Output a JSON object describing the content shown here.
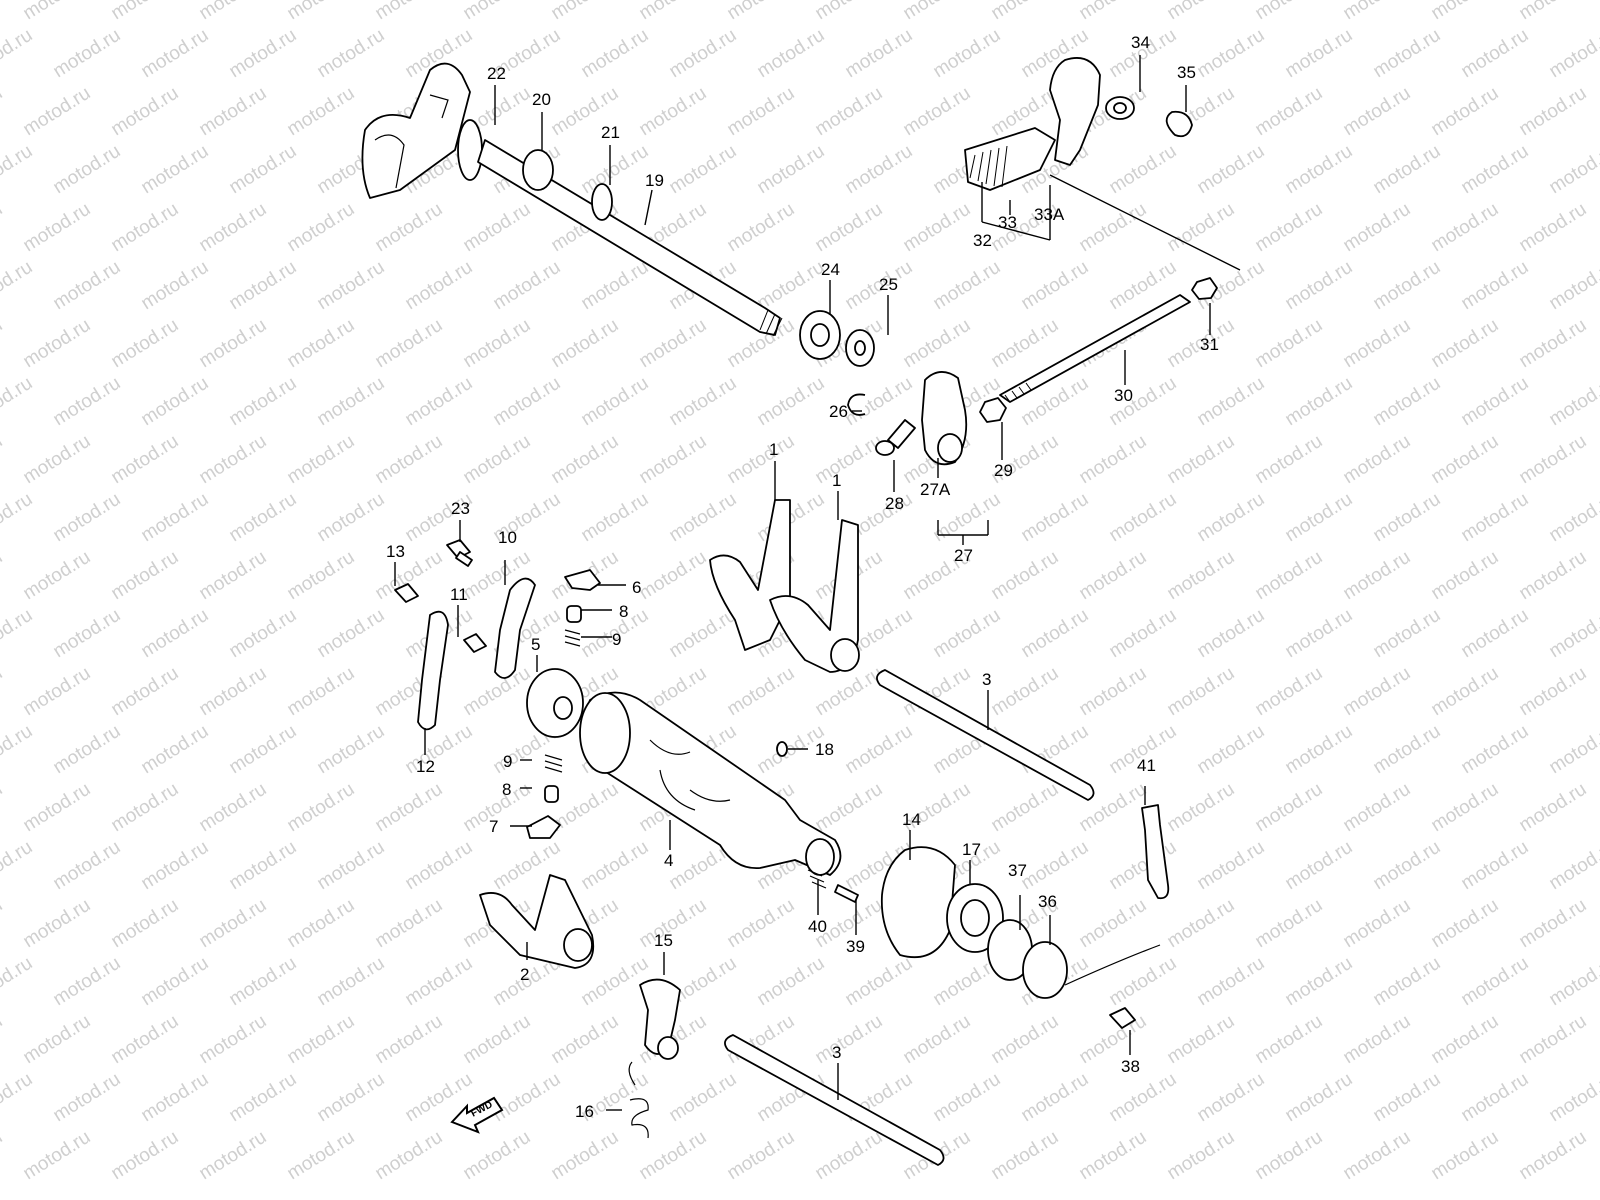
{
  "watermark": {
    "text": "motod.ru",
    "color": "#cfcfcf"
  },
  "direction_arrow": {
    "label": "FWD"
  },
  "callouts": [
    {
      "id": "c1a",
      "text": "1"
    },
    {
      "id": "c1b",
      "text": "1"
    },
    {
      "id": "c2",
      "text": "2"
    },
    {
      "id": "c3a",
      "text": "3"
    },
    {
      "id": "c3b",
      "text": "3"
    },
    {
      "id": "c4",
      "text": "4"
    },
    {
      "id": "c5",
      "text": "5"
    },
    {
      "id": "c6",
      "text": "6"
    },
    {
      "id": "c7",
      "text": "7"
    },
    {
      "id": "c8a",
      "text": "8"
    },
    {
      "id": "c8b",
      "text": "8"
    },
    {
      "id": "c9a",
      "text": "9"
    },
    {
      "id": "c9b",
      "text": "9"
    },
    {
      "id": "c10",
      "text": "10"
    },
    {
      "id": "c11",
      "text": "11"
    },
    {
      "id": "c12",
      "text": "12"
    },
    {
      "id": "c13",
      "text": "13"
    },
    {
      "id": "c14",
      "text": "14"
    },
    {
      "id": "c15",
      "text": "15"
    },
    {
      "id": "c16",
      "text": "16"
    },
    {
      "id": "c17",
      "text": "17"
    },
    {
      "id": "c18",
      "text": "18"
    },
    {
      "id": "c19",
      "text": "19"
    },
    {
      "id": "c20",
      "text": "20"
    },
    {
      "id": "c21",
      "text": "21"
    },
    {
      "id": "c22",
      "text": "22"
    },
    {
      "id": "c23",
      "text": "23"
    },
    {
      "id": "c24",
      "text": "24"
    },
    {
      "id": "c25",
      "text": "25"
    },
    {
      "id": "c26",
      "text": "26"
    },
    {
      "id": "c27",
      "text": "27"
    },
    {
      "id": "c27A",
      "text": "27A"
    },
    {
      "id": "c28",
      "text": "28"
    },
    {
      "id": "c29",
      "text": "29"
    },
    {
      "id": "c30",
      "text": "30"
    },
    {
      "id": "c31",
      "text": "31"
    },
    {
      "id": "c32",
      "text": "32"
    },
    {
      "id": "c33",
      "text": "33"
    },
    {
      "id": "c33A",
      "text": "33A"
    },
    {
      "id": "c34",
      "text": "34"
    },
    {
      "id": "c35",
      "text": "35"
    },
    {
      "id": "c36",
      "text": "36"
    },
    {
      "id": "c37",
      "text": "37"
    },
    {
      "id": "c38",
      "text": "38"
    },
    {
      "id": "c39",
      "text": "39"
    },
    {
      "id": "c40",
      "text": "40"
    },
    {
      "id": "c41",
      "text": "41"
    }
  ]
}
